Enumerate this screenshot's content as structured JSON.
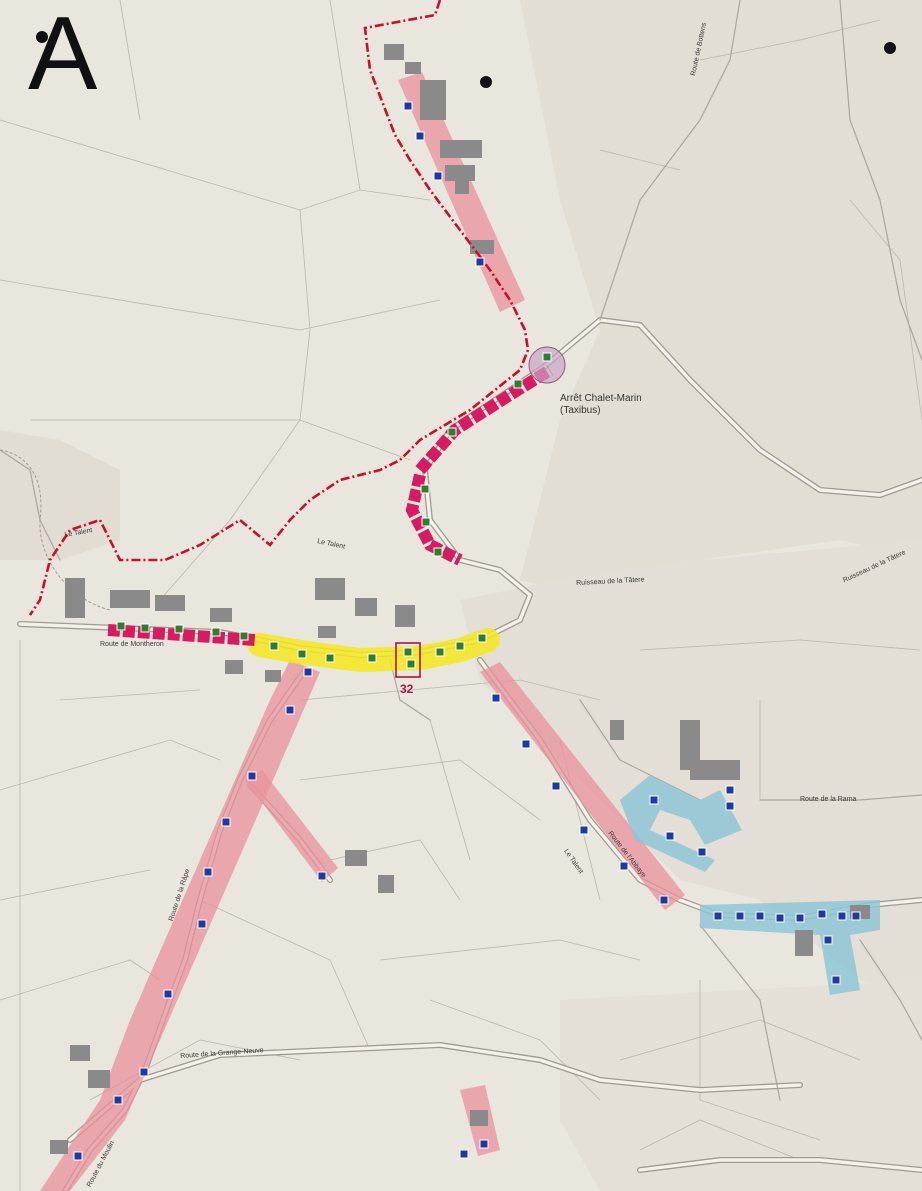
{
  "map": {
    "sheet_letter": "A",
    "plot_number": "32",
    "stop": {
      "name": "Arrêt Chalet-Marin",
      "note": "(Taxibus)"
    },
    "roads": {
      "montheron": "Route de Montheron",
      "rama": "Route de la Rama",
      "abbaye": "Route de l'Abbaye",
      "raye": "Route de la Râpe",
      "grange_neuve": "Route de la Grange-Neuve",
      "bottens": "Route de Bottens",
      "moulin": "Route du Moulin",
      "talent_1": "Le Talent",
      "talent_2": "Le Talent",
      "talent_3": "Le Talent",
      "ruisseau_1": "Ruisseau de la Tâtere",
      "ruisseau_2": "Ruisseau de la Tâtere"
    },
    "colors": {
      "paper": "#e9e6dd",
      "boundary": "#c8102e",
      "parking_red": "#d81b60",
      "zone_pink": "#e8929c",
      "zone_yellow": "#f4e81c",
      "zone_blue": "#8fc6d6",
      "building": "#8a8a8a",
      "marker_blue": "#1e3a9e",
      "marker_green": "#2e7d32"
    }
  }
}
